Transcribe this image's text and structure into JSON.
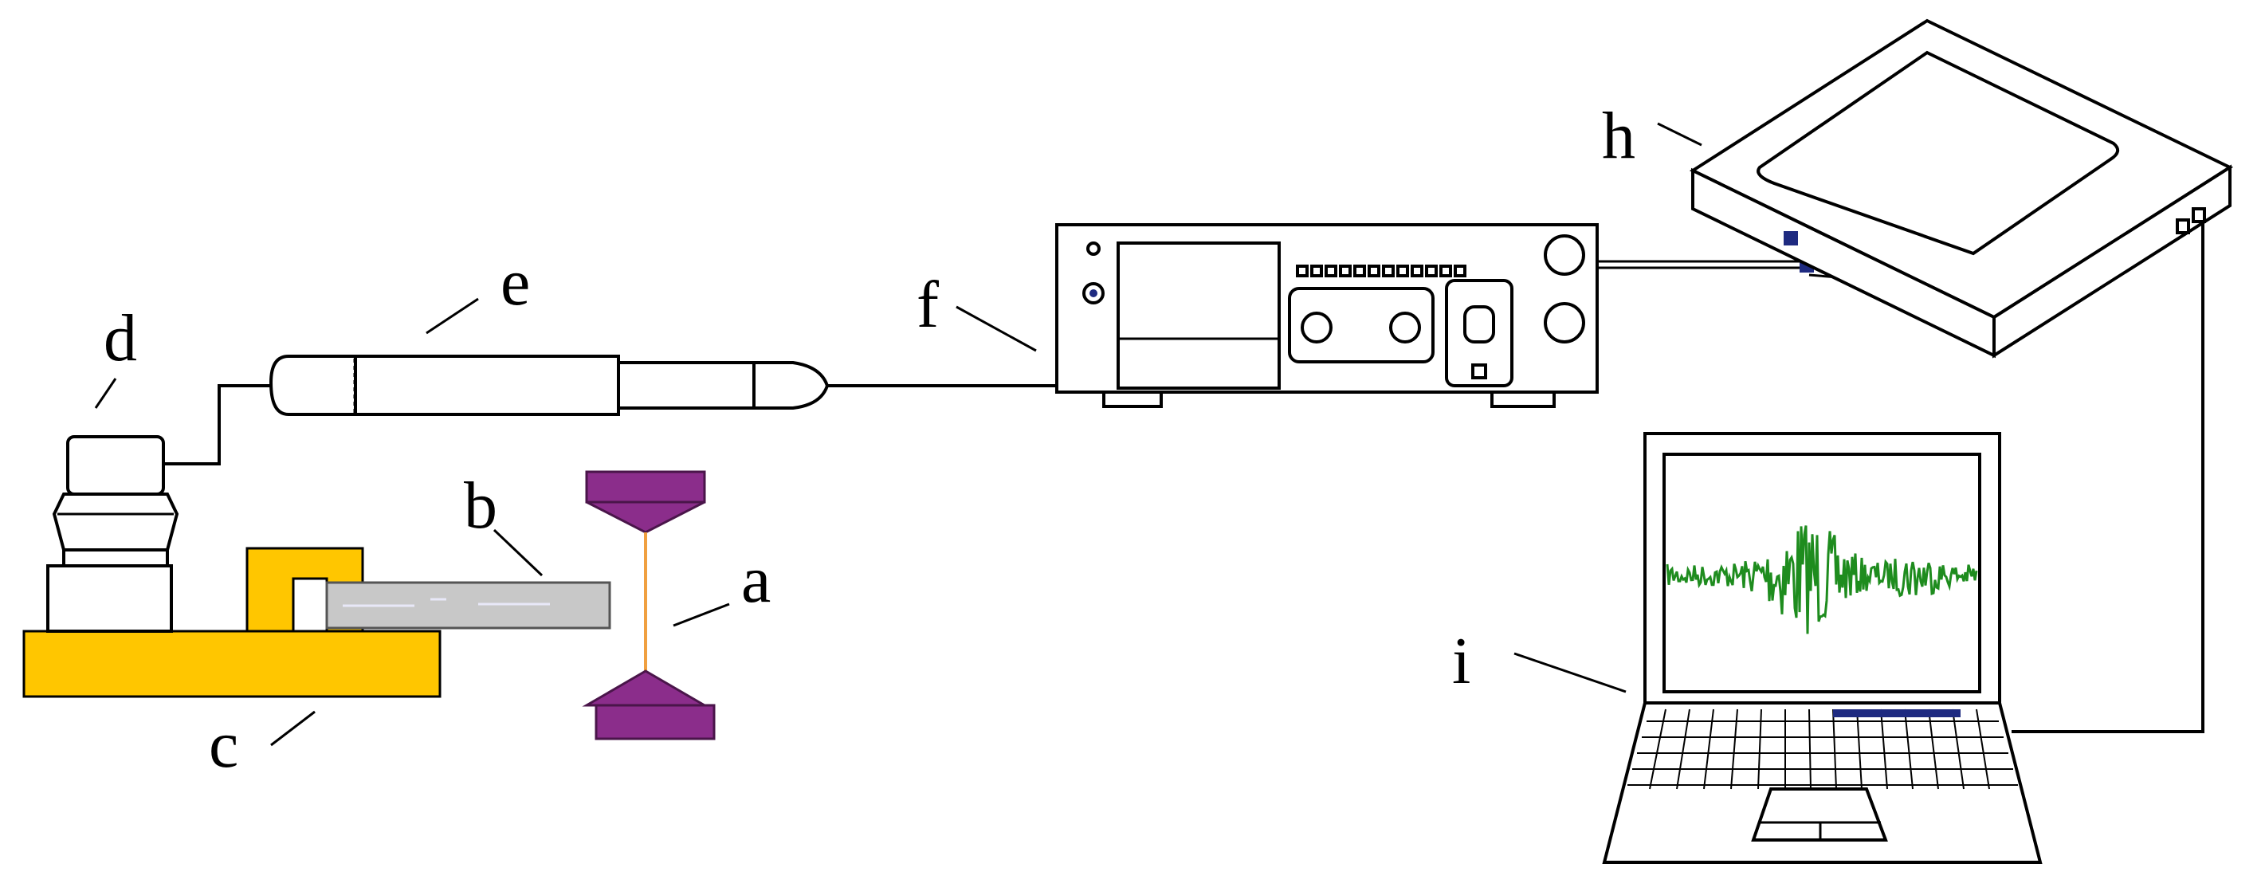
{
  "labels": {
    "a": "a",
    "b": "b",
    "c": "c",
    "d": "d",
    "e": "e",
    "f": "f",
    "h": "h",
    "i": "i"
  },
  "colors": {
    "clamp": "#FFC600",
    "specimen": "#C8C8C8",
    "pencil_lead_holder": "#8B2D8B",
    "lead": "#F0A040",
    "waveform": "#1E8C1E",
    "port_blue": "#1E2A80"
  }
}
